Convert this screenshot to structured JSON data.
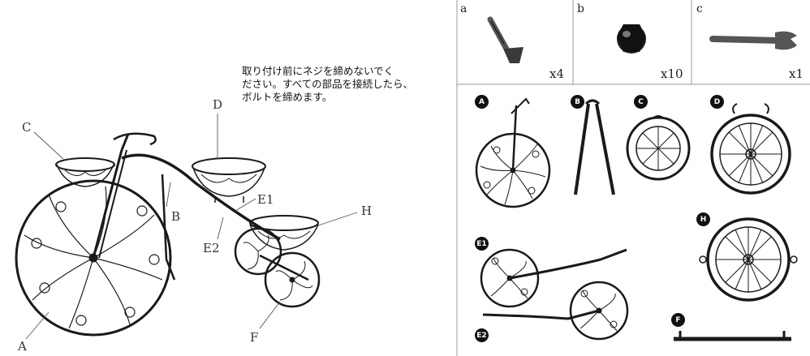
{
  "instruction_lines": [
    "取り付け前にネジを締めないでく",
    "ださい。すべての部品を接続したら、",
    "ボルトを締めます。"
  ],
  "assembly_labels": {
    "A": "A",
    "B": "B",
    "C": "C",
    "D": "D",
    "E1": "E1",
    "E2": "E2",
    "F": "F",
    "H": "H"
  },
  "hardware": [
    {
      "letter": "a",
      "count": "x4",
      "icon": "bolt-icon"
    },
    {
      "letter": "b",
      "count": "x10",
      "icon": "cap-nut-icon"
    },
    {
      "letter": "c",
      "count": "x1",
      "icon": "wrench-icon"
    }
  ],
  "parts": [
    {
      "label": "A",
      "icon": "large-wheel-with-handlebar"
    },
    {
      "label": "B",
      "icon": "fork-frame-rod"
    },
    {
      "label": "C",
      "icon": "small-basket-ring"
    },
    {
      "label": "D",
      "icon": "large-basket-ring"
    },
    {
      "label": "H",
      "icon": "medium-basket-ring"
    },
    {
      "label": "E1",
      "icon": "wheel-with-arm"
    },
    {
      "label": "E2",
      "icon": "wheel-with-arm"
    },
    {
      "label": "F",
      "icon": "support-bar"
    }
  ],
  "colors": {
    "metal": "#1a1a1a",
    "grid": "#999999"
  }
}
